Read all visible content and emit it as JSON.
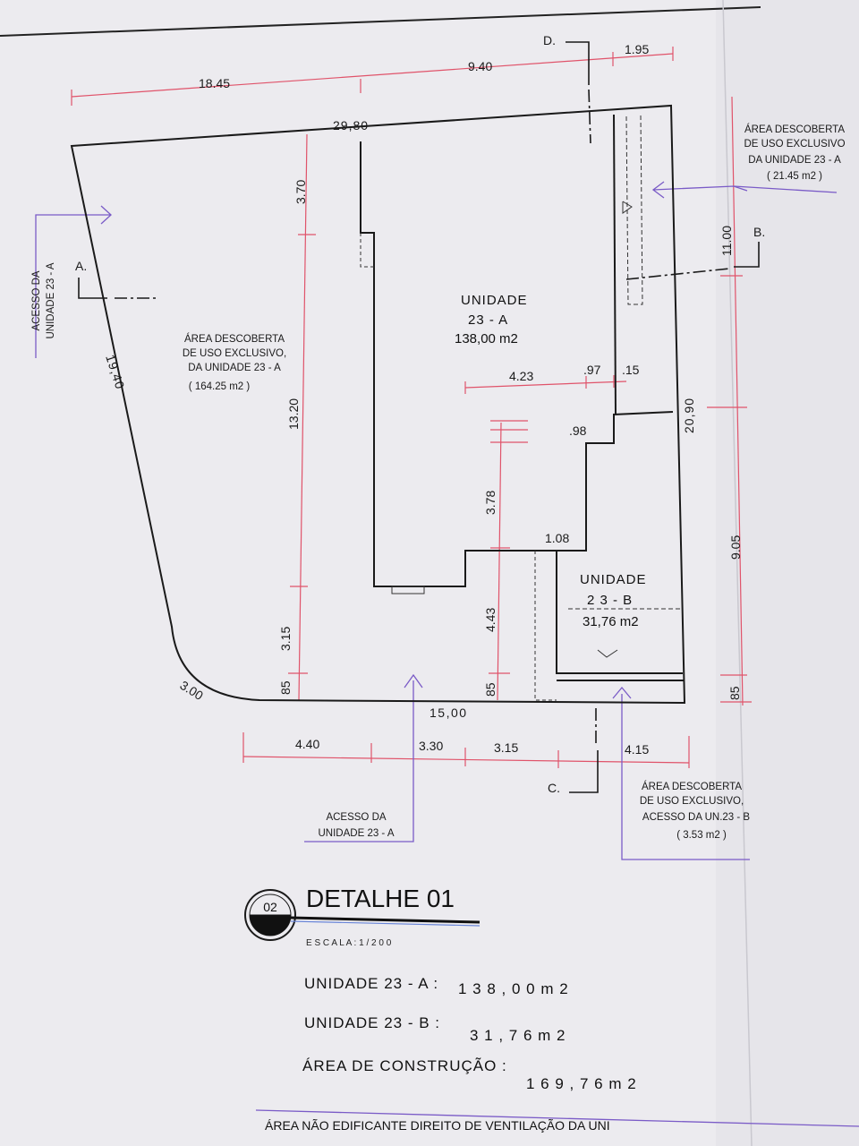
{
  "dimensions": {
    "top_total": "29,80",
    "top_seg1": "18.45",
    "top_seg2": "9.40",
    "top_seg3": "1.95",
    "left_diag": "19,40",
    "corner_radius": "3.00",
    "v_370": "3.70",
    "v_1320": "13.20",
    "v_315": "3.15",
    "v_85_left": "85",
    "h_423": "4.23",
    "h_97": ".97",
    "h_15": ".15",
    "h_98": ".98",
    "v_378": "3.78",
    "h_108": "1.08",
    "v_443": "4.43",
    "v_85_mid": "85",
    "bottom_total": "15,00",
    "bot_seg1": "4.40",
    "bot_seg2": "3.30",
    "bot_seg3": "3.15",
    "bot_seg4": "4.15",
    "right_1100": "11.00",
    "right_2090": "20,90",
    "right_905": "9.05",
    "right_85": "85"
  },
  "section_marks": {
    "a": "A.",
    "b": "B.",
    "c": "C.",
    "d": "D."
  },
  "units": {
    "a_line1": "UNIDADE",
    "a_line2": "23 - A",
    "a_area": "138,00 m2",
    "b_line1": "UNIDADE",
    "b_line2": "2 3  - B",
    "b_area": "31,76 m2"
  },
  "annotations": {
    "left_area": [
      "ÁREA DESCOBERTA",
      "DE USO EXCLUSIVO,",
      "DA UNIDADE 23 - A",
      "( 164.25 m2 )"
    ],
    "right_area": [
      "ÁREA DESCOBERTA",
      "DE USO EXCLUSIVO",
      "DA UNIDADE 23 - A",
      "( 21.45 m2 )"
    ],
    "bottom_right_area": [
      "ÁREA DESCOBERTA",
      "DE USO EXCLUSIVO,",
      "ACESSO DA UN.23 - B",
      "( 3.53 m2 )"
    ],
    "access_left": [
      "ACESSO DA",
      "UNIDADE 23 - A"
    ],
    "access_bottom": [
      "ACESSO DA",
      "UNIDADE 23 - A"
    ]
  },
  "detail": {
    "badge": "02",
    "title": "DETALHE  01",
    "scale": "E S C A L A  :  1 / 2 0 0"
  },
  "summary": [
    {
      "label": "UNIDADE 23 - A :",
      "value": "1 3 8 , 0 0   m 2"
    },
    {
      "label": "UNIDADE 23 - B :",
      "value": "3 1 , 7 6   m 2"
    },
    {
      "label": "ÁREA DE CONSTRUÇÃO :",
      "value": "1 6 9 , 7 6   m 2"
    }
  ],
  "footer_note": "ÁREA NÃO EDIFICANTE DIREITO DE VENTILAÇÃO DA UNI",
  "colors": {
    "paper": "#ecebef",
    "ink": "#1a1a1a",
    "dimension_line": "#e0536a",
    "leader_line": "#7a5bc7"
  }
}
